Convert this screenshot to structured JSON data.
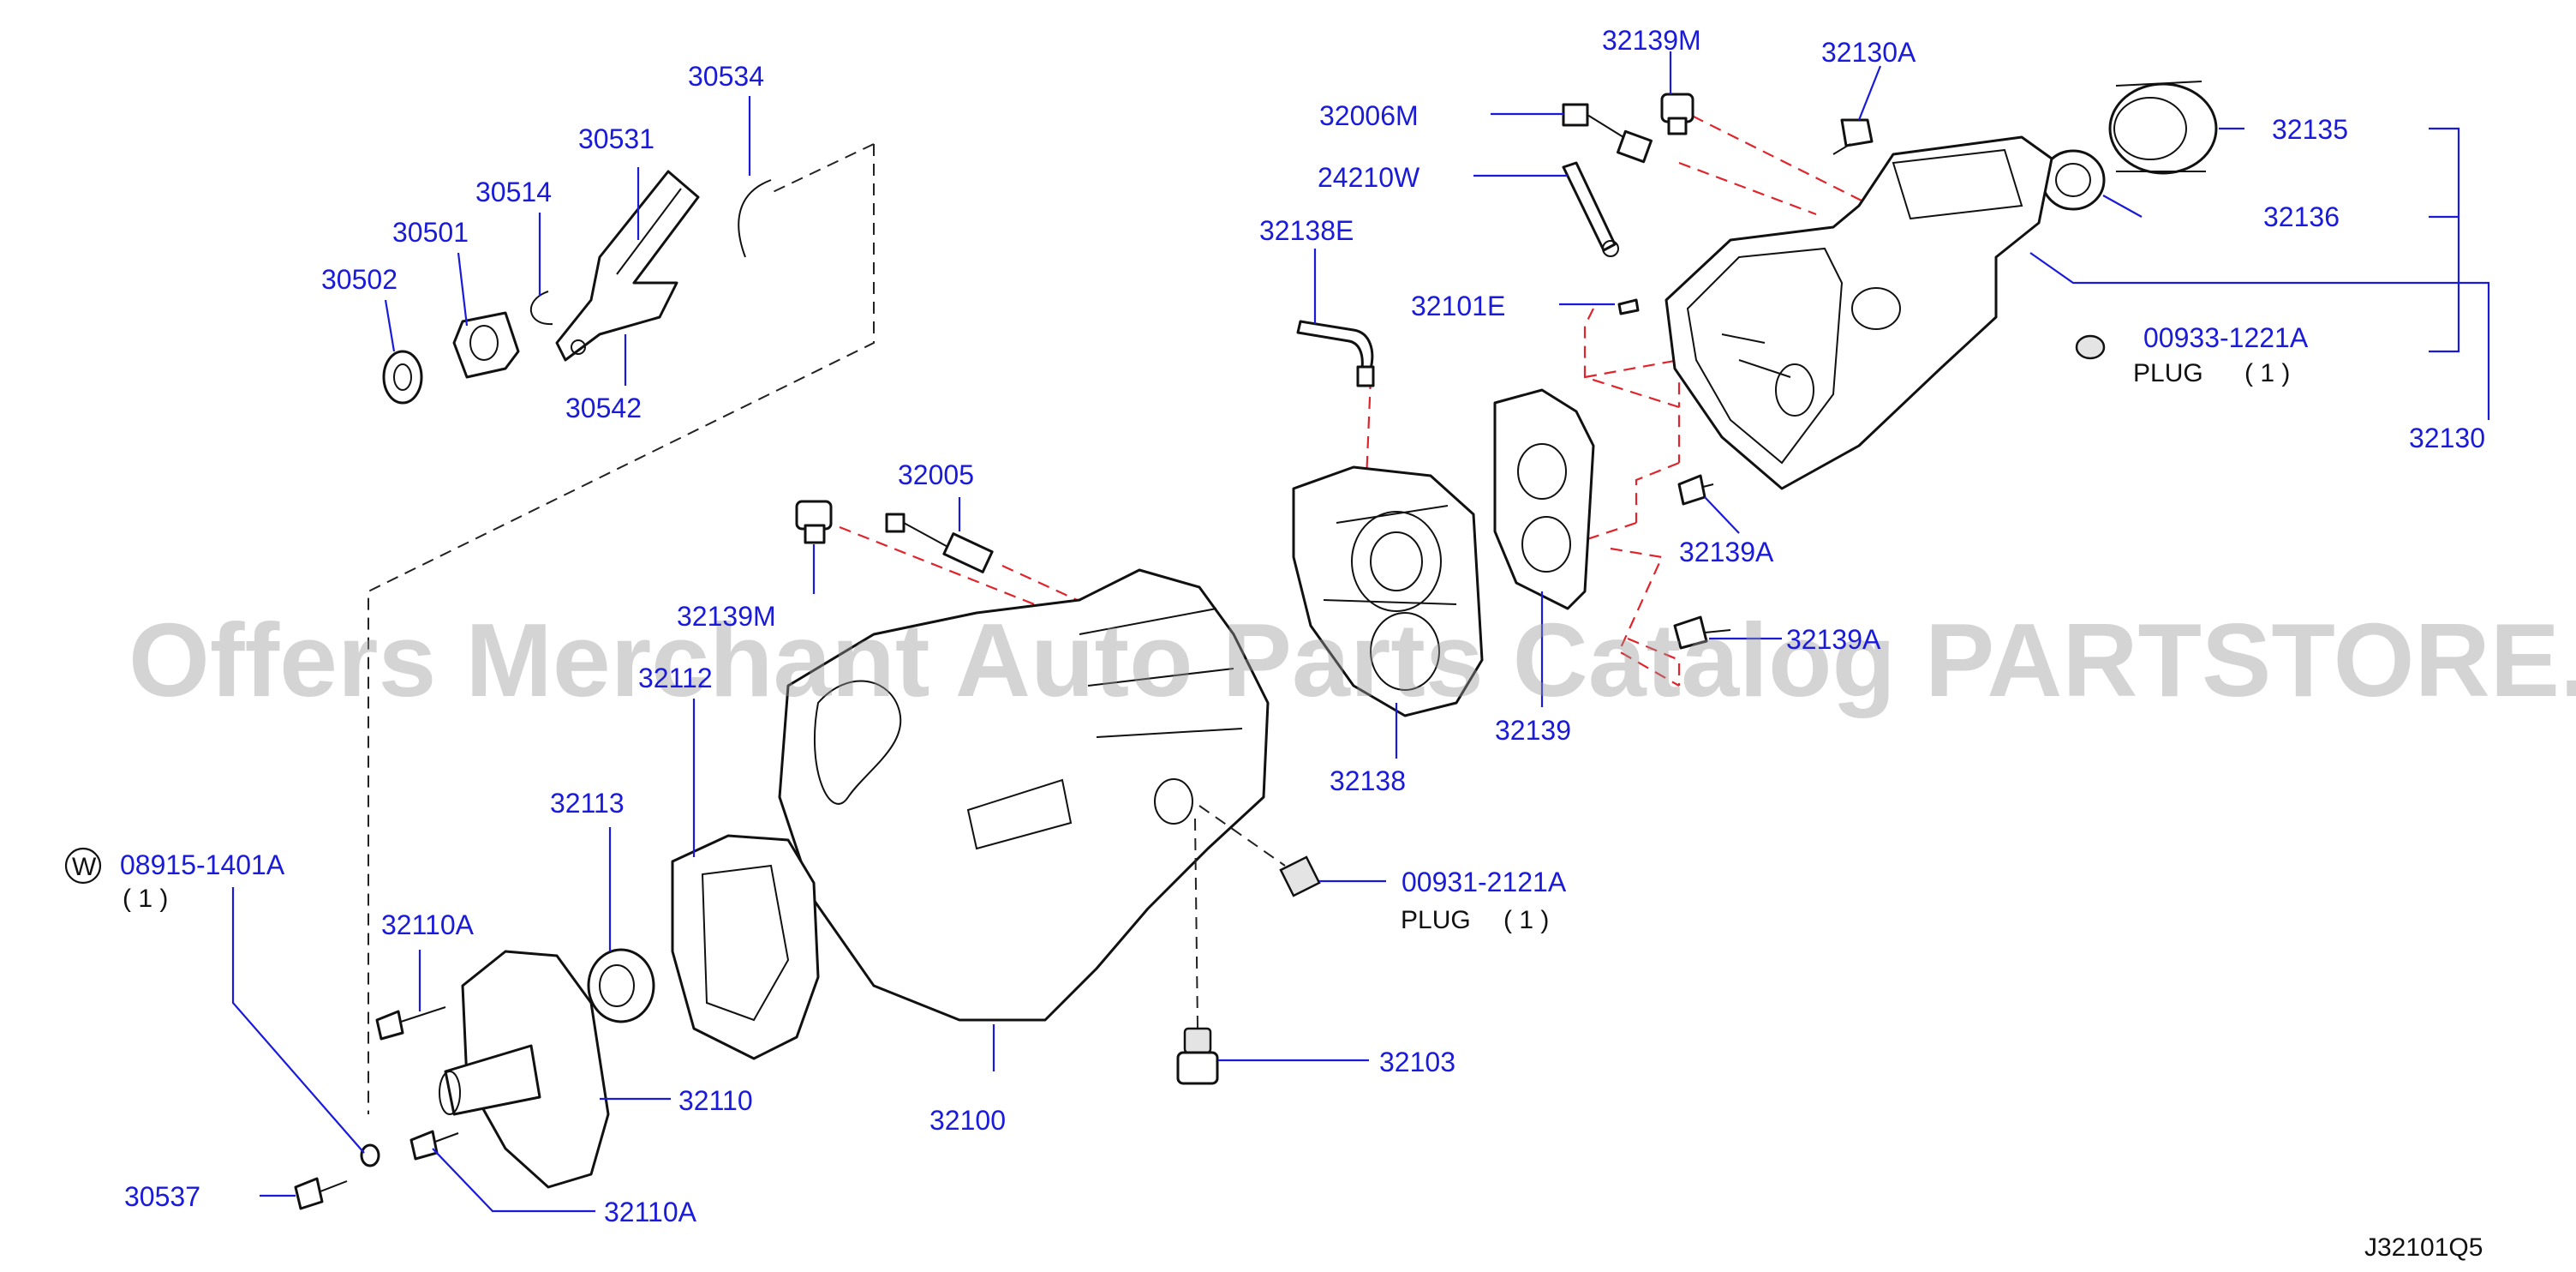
{
  "diagram": {
    "code": "J32101Q5",
    "watermark": "Offers Merchant Auto Parts Catalog PARTSTORE.SA",
    "washer_symbol": "W",
    "labels": {
      "p30534": "30534",
      "p30531": "30531",
      "p30514": "30514",
      "p30501": "30501",
      "p30502": "30502",
      "p30542": "30542",
      "p32139M_top": "32139M",
      "p32130A": "32130A",
      "p32006M": "32006M",
      "p24210W": "24210W",
      "p32135": "32135",
      "p32136": "32136",
      "p32138E": "32138E",
      "p32101E": "32101E",
      "p00933": "00933-1221A",
      "p32130": "32130",
      "p32005": "32005",
      "p32139A_a": "32139A",
      "p32139M_mid": "32139M",
      "p32112": "32112",
      "p32139A_b": "32139A",
      "p32138": "32138",
      "p32139": "32139",
      "p32113": "32113",
      "p08915": "08915-1401A",
      "p08915_qty": "( 1 )",
      "p00931": "00931-2121A",
      "p32110A_a": "32110A",
      "p32103": "32103",
      "p32110": "32110",
      "p32100": "32100",
      "p30537": "30537",
      "p32110A_b": "32110A"
    },
    "notes": {
      "plug_right": "PLUG",
      "plug_right_qty": "( 1 )",
      "plug_mid": "PLUG",
      "plug_mid_qty": "( 1 )"
    }
  },
  "colors": {
    "label": "#1a1adb",
    "leader": "#1a1adb",
    "dashed_red": "#e0242c",
    "outline": "#111111",
    "watermark": "#9a9a9a"
  }
}
